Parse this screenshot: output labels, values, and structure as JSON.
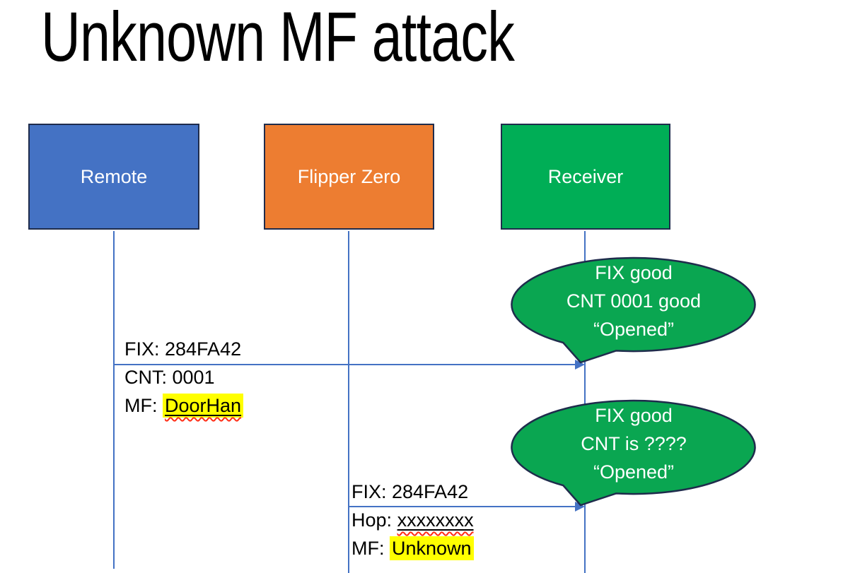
{
  "title": "Unknown MF attack",
  "actors": [
    {
      "label": "Remote"
    },
    {
      "label": "Flipper Zero"
    },
    {
      "label": "Receiver"
    }
  ],
  "messages": {
    "m1": {
      "from": "Remote",
      "to": "Receiver",
      "fix": "FIX: 284FA42",
      "cnt": "CNT: 0001",
      "mf_label": "MF:",
      "mf_value": "DoorHan"
    },
    "m2": {
      "from": "Flipper Zero",
      "to": "Receiver",
      "fix": "FIX: 284FA42",
      "hop_label": "Hop:",
      "hop_value": "xxxxxxxx",
      "mf_label": "MF:",
      "mf_value": "Unknown"
    }
  },
  "bubbles": {
    "b1": {
      "line1": "FIX good",
      "line2": "CNT 0001 good",
      "line3": "“Opened”"
    },
    "b2": {
      "line1": "FIX good",
      "line2": "CNT is ????",
      "line3": "“Opened”"
    }
  },
  "colors": {
    "blue": "#4472C4",
    "orange": "#ED7D31",
    "green": "#00AE56",
    "bubbleGreen": "#0AA651",
    "navy": "#1F2C4C",
    "arrowBlue": "#4472C4",
    "highlightYellow": "#FFFF00",
    "squiggleRed": "#FF2D16"
  }
}
